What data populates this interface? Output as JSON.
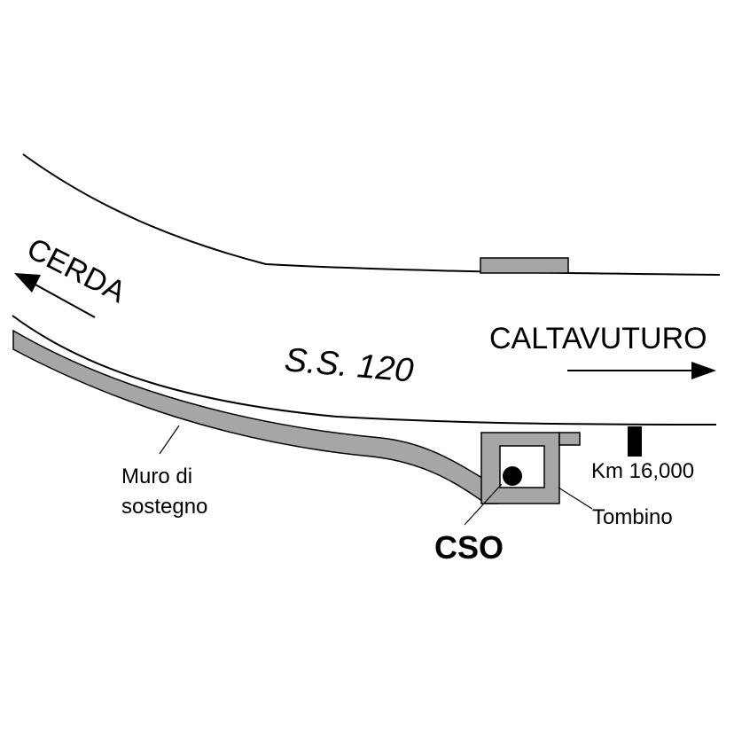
{
  "labels": {
    "west_town": "CERDA",
    "east_town": "CALTAVUTURO",
    "road": "S.S. 120",
    "wall_line1": "Muro di",
    "wall_line2": "sostegno",
    "km_marker": "Km 16,000",
    "culvert": "Tombino",
    "site": "CSO"
  },
  "colors": {
    "line": "#000000",
    "fill_gray": "#a6a6a6",
    "background": "#ffffff"
  }
}
